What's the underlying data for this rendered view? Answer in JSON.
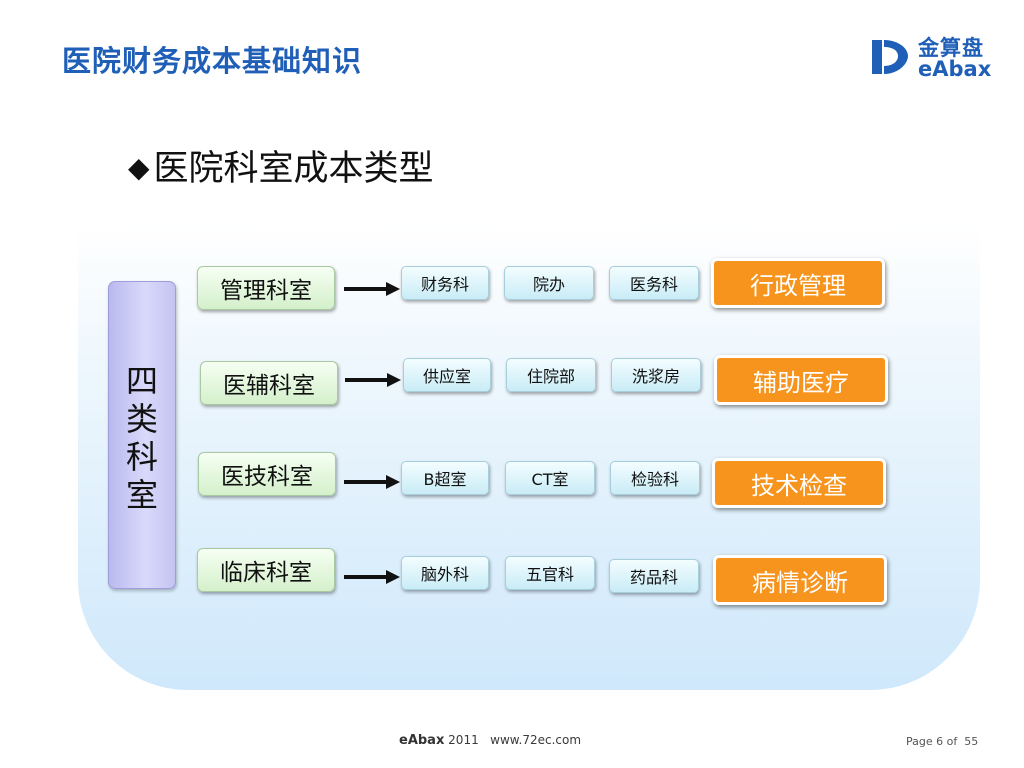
{
  "header": {
    "title": "医院财务成本基础知识"
  },
  "logo": {
    "cn": "金算盘",
    "en": "eAbax"
  },
  "subtitle": {
    "bullet": "◆",
    "text": "医院科室成本类型"
  },
  "group_label": [
    "四",
    "类",
    "科",
    "室"
  ],
  "rows": [
    {
      "dept": "管理科室",
      "subs": [
        "财务科",
        "院办",
        "医务科"
      ],
      "category": "行政管理"
    },
    {
      "dept": "医辅科室",
      "subs": [
        "供应室",
        "住院部",
        "洗浆房"
      ],
      "category": "辅助医疗"
    },
    {
      "dept": "医技科室",
      "subs": [
        "B超室",
        "CT室",
        "检验科"
      ],
      "category": "技术检查"
    },
    {
      "dept": "临床科室",
      "subs": [
        "脑外科",
        "五官科",
        "药品科"
      ],
      "category": "病情诊断"
    }
  ],
  "footer": {
    "brand": "eAbax",
    "year": "2011",
    "url": "www.72ec.com",
    "page_label": "Page",
    "page_number": "6",
    "of_label": "of",
    "page_total": "55"
  },
  "colors": {
    "title": "#1f5fb8",
    "category_bg": "#f7941d",
    "dept_bg": "#d4f0cb",
    "sub_bg": "#c9ecf6",
    "group_bg": "#c9c9f5"
  }
}
